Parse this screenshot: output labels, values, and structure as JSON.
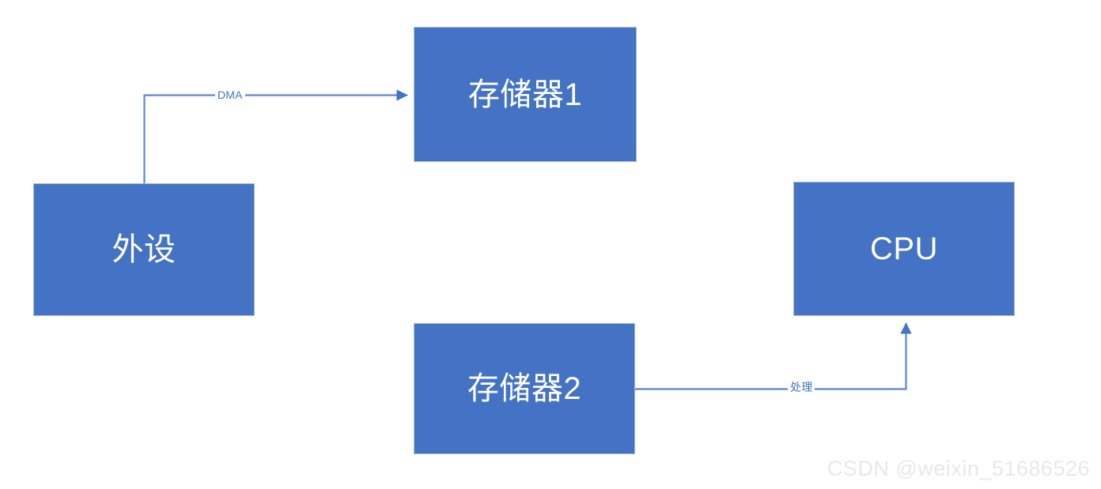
{
  "diagram": {
    "title": "DMA data transfer diagram",
    "colors": {
      "node_fill": "#4472C4",
      "node_border": "#A6B9DF",
      "node_text": "#FFFFFF",
      "connector": "#5B85D6",
      "edge_label_text": "#4472C4",
      "background": "#FFFFFF",
      "watermark_text": "#E8E8E8"
    },
    "nodes": [
      {
        "id": "mem1",
        "label": "存储器1",
        "name": "memory-1"
      },
      {
        "id": "periph",
        "label": "外设",
        "name": "peripheral"
      },
      {
        "id": "cpu",
        "label": "CPU",
        "name": "cpu"
      },
      {
        "id": "mem2",
        "label": "存储器2",
        "name": "memory-2"
      }
    ],
    "edges": [
      {
        "id": "dma",
        "label": "DMA",
        "from": "外设",
        "to": "存储器1",
        "arrow": "to-target",
        "direction": "up-then-right"
      },
      {
        "id": "chuli",
        "label": "处理",
        "from": "存储器2",
        "to": "CPU",
        "arrow": "to-target",
        "direction": "right-then-up"
      }
    ],
    "watermark": "CSDN @weixin_51686526"
  }
}
